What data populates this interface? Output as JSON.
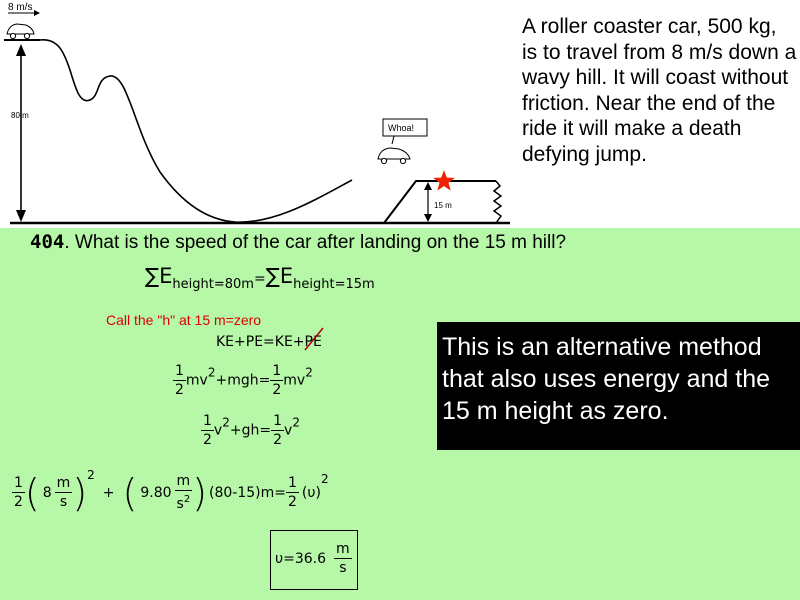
{
  "diagram": {
    "speed_label": "8 m/s",
    "height_label": "80 m",
    "bubble_text": "Whoa!",
    "hill_height_label": "15 m"
  },
  "problem_text": "A roller coaster car, 500 kg, is to travel from 8 m/s down a wavy hill.  It will coast without friction. Near the end of the ride it will make a death defying jump.",
  "question": {
    "number": "404",
    "text": ". What is the speed of the car after landing on the 15 m hill?"
  },
  "work": {
    "sum_symbol": "∑E",
    "sub1": "height=80m",
    "equals": "=",
    "sub2": "height=15m",
    "call_note": "Call the \"h\" at 15 m=zero",
    "ke_left": "KE+PE=KE+",
    "pe_crossed": "PE",
    "half_num": "1",
    "half_den": "2",
    "mv": "mv",
    "square": "2",
    "plus_mgh": "+mgh=",
    "v": "v",
    "plus_gh": "+gh=",
    "val_8": "8",
    "unit_m": "m",
    "unit_s": "s",
    "plus": "+",
    "val_g": "9.80",
    "unit_s2": "s",
    "height_diff": "(80-15)",
    "m_eq": "m=",
    "upsilon": "(υ)",
    "answer_value": "υ=36.6"
  },
  "callout": "This is an alternative method that also uses energy and the 15 m height as zero.",
  "colors": {
    "green_panel": "#b6f7a8",
    "note_red": "#e00000",
    "star": "#ee2200"
  }
}
